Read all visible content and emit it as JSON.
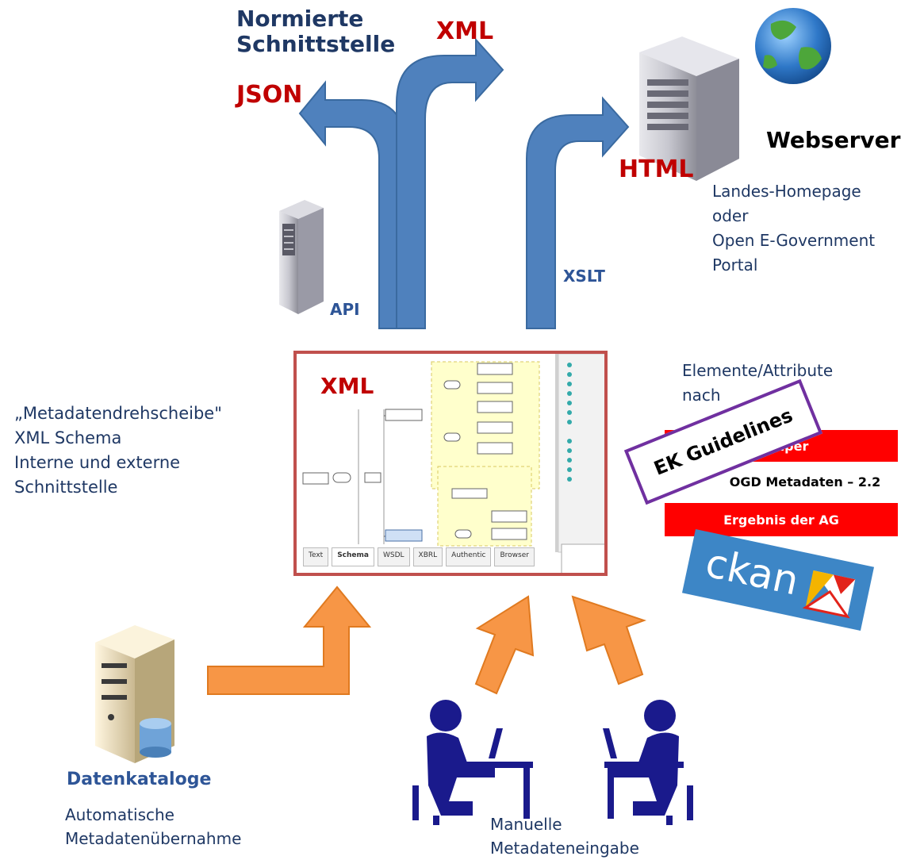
{
  "labels": {
    "normierte_line1": "Normierte",
    "normierte_line2": "Schnittstelle",
    "xml_top": "XML",
    "json": "JSON",
    "html": "HTML",
    "webserver": "Webserver",
    "landes_line1": "Landes-Homepage",
    "landes_line2": "oder",
    "landes_line3": "Open E-Government",
    "landes_line4": "Portal",
    "api": "API",
    "xslt": "XSLT",
    "xml_box": "XML",
    "elemente_line1": "Elemente/Attribute",
    "elemente_line2": "nach",
    "metadaten_line1": "„Metadatendrehscheibe\"",
    "metadaten_line2": "XML Schema",
    "metadaten_line3": "Interne und externe",
    "metadaten_line4": "Schnittstelle",
    "ek_guidelines": "EK Guidelines",
    "band_paper": "e Paper",
    "band_ogd": "OGD Metadaten – 2.2",
    "band_ergebnis": "Ergebnis der AG",
    "ckan": "ckan",
    "datenkataloge": "Datenkataloge",
    "automatische_line1": "Automatische",
    "automatische_line2": "Metadatenübernahme",
    "manuelle_line1": "Manuelle",
    "manuelle_line2": "Metadateneingabe"
  },
  "schema_tabs": [
    "Text",
    "Schema",
    "WSDL",
    "XBRL",
    "Authentic",
    "Browser"
  ],
  "colors": {
    "arrow_blue": "#4f81bd",
    "arrow_orange": "#f79646",
    "red_label": "#c00000",
    "navy_text": "#1f3864",
    "person": "#1a1a8c"
  }
}
